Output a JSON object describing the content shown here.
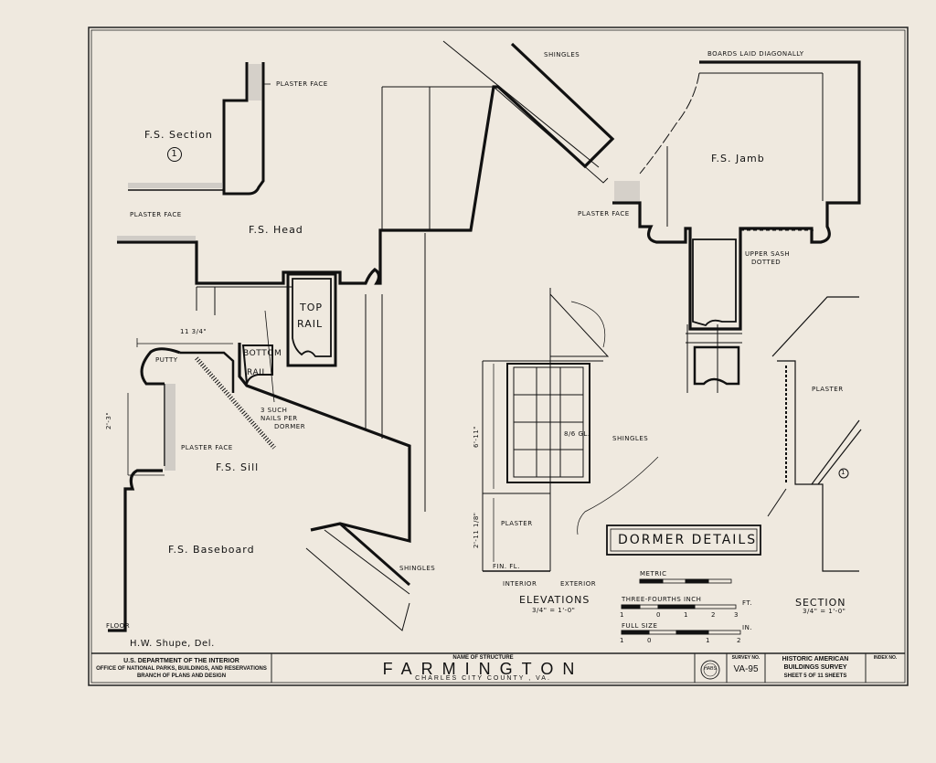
{
  "drawing": {
    "labels": {
      "fs_section": "F.S. Section",
      "section_num": "1",
      "plaster_face_1": "PLASTER FACE",
      "plaster_face_2": "PLASTER FACE",
      "fs_head": "F.S. Head",
      "shingles_top": "SHINGLES",
      "boards": "BOARDS LAID DIAGONALLY",
      "fs_jamb": "F.S. Jamb",
      "plaster_face_jamb": "PLASTER FACE",
      "upper_sash": "UPPER SASH",
      "dotted": "DOTTED",
      "top": "TOP",
      "rail": "RAIL",
      "dim_11": "11 3/4\"",
      "putty": "PUTTY",
      "bottom": "BOTTOM",
      "rail2": "RAIL",
      "nails_1": "3 SUCH",
      "nails_2": "NAILS PER",
      "nails_3": "DORMER",
      "plaster_face_sill": "PLASTER FACE",
      "fs_sill": "F.S. Sill",
      "dim_2_3": "2'-3\"",
      "fs_baseboard": "F.S. Baseboard",
      "floor": "FLOOR",
      "shingles_bottom": "SHINGLES",
      "shingles_mid": "SHINGLES",
      "glass": "8/6 GL.",
      "dim_6_11": "6'-11\"",
      "dim_2_11": "2'-11 1/8\"",
      "plaster_elev": "PLASTER",
      "fin_fl": "FIN. FL.",
      "interior": "INTERIOR",
      "exterior": "EXTERIOR",
      "elevations": "ELEVATIONS",
      "elev_scale": "3/4\" = 1'-0\"",
      "plaster_section": "PLASTER",
      "section_tag": "1",
      "section": "SECTION",
      "section_scale": "3/4\" = 1'-0\"",
      "dormer_details": "DORMER DETAILS",
      "metric": "METRIC",
      "three_fourths": "THREE-FOURTHS INCH",
      "ft": "FT.",
      "full_size": "FULL SIZE",
      "in": "IN.",
      "scale2_ticks": [
        "1",
        "0",
        "1",
        "2",
        "3"
      ],
      "scale3_ticks": [
        "1",
        "0",
        "1",
        "2"
      ],
      "delineator": "H.W. Shupe, Del."
    }
  },
  "title_block": {
    "agency_1": "U.S. DEPARTMENT OF THE INTERIOR",
    "agency_2": "OFFICE OF NATIONAL PARKS, BUILDINGS, AND RESERVATIONS",
    "agency_3": "BRANCH OF PLANS AND DESIGN",
    "name_label": "NAME OF STRUCTURE",
    "name": "FARMINGTON",
    "location": "CHARLES CITY COUNTY , VA.",
    "seal": "HABS",
    "survey_label": "SURVEY NO.",
    "survey_no": "VA-95",
    "habs_1": "HISTORIC AMERICAN",
    "habs_2": "BUILDINGS SURVEY",
    "sheet": "SHEET 5 OF 11 SHEETS",
    "index_label": "INDEX NO."
  }
}
